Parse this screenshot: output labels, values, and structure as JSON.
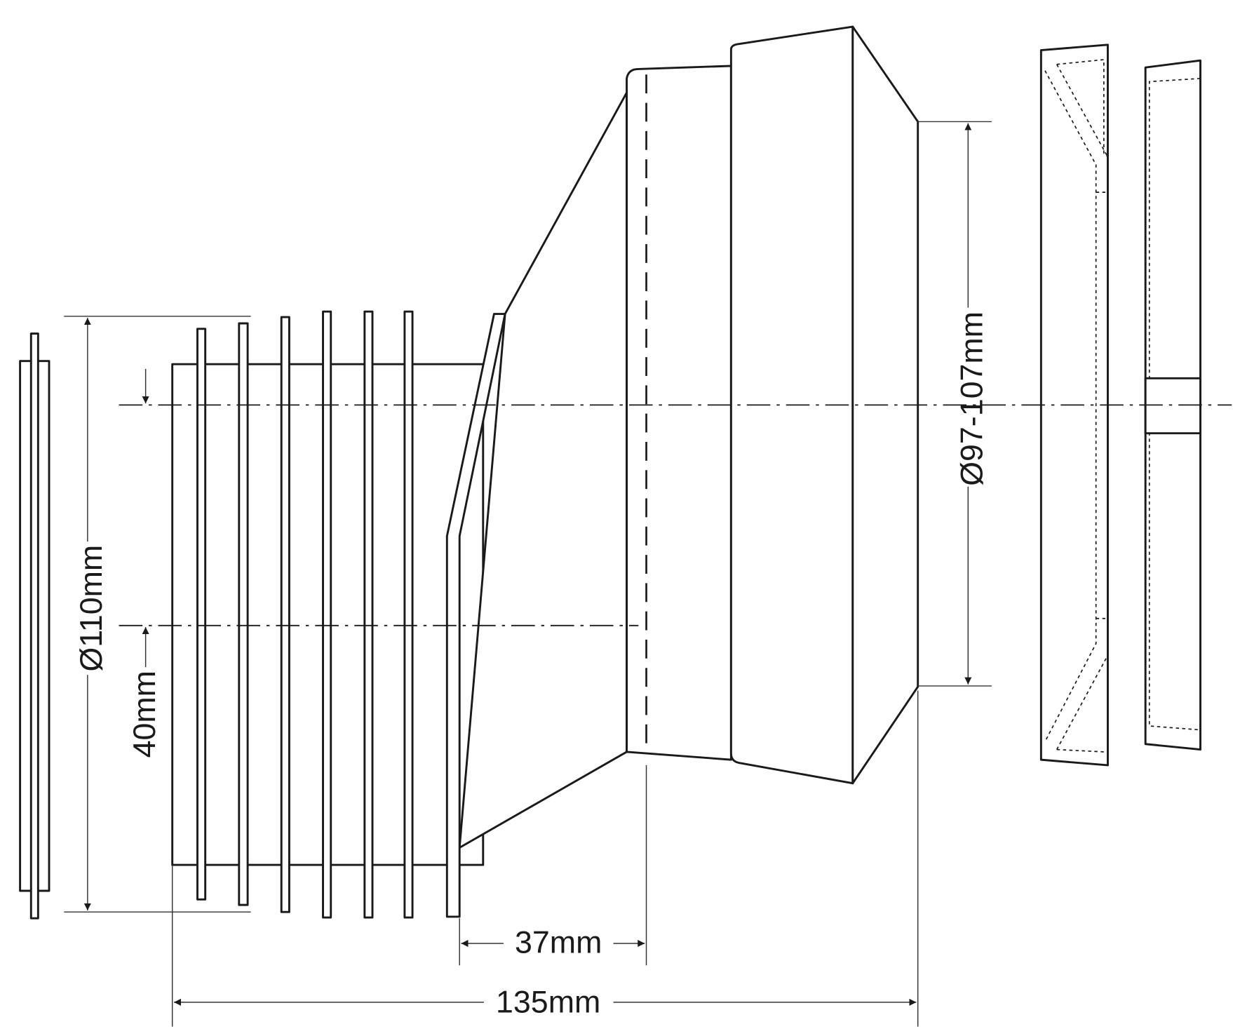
{
  "dimensions": {
    "outer_diameter": "Ø110mm",
    "offset": "40mm",
    "socket_depth": "37mm",
    "total_length": "135mm",
    "inlet_diameter": "Ø97-107mm"
  }
}
